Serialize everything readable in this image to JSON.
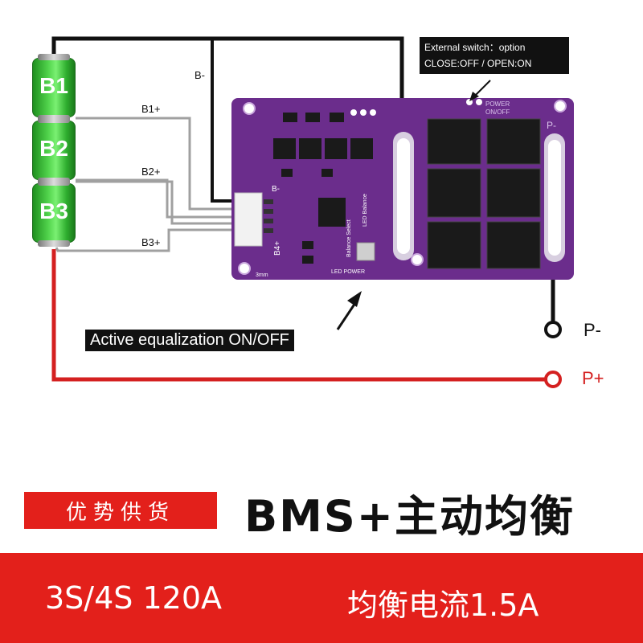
{
  "cells": [
    {
      "label": "B1"
    },
    {
      "label": "B2"
    },
    {
      "label": "B3"
    }
  ],
  "wire_labels": {
    "b_minus": "B-",
    "b1_plus": "B1+",
    "b2_plus": "B2+",
    "b3_plus": "B3+"
  },
  "external_switch": {
    "line1": "External switch：option",
    "line2": "CLOSE:OFF /  OPEN:ON"
  },
  "active_equalization": "Active equalization ON/OFF",
  "terminals": {
    "p_minus": "P-",
    "p_plus": "P+"
  },
  "board_silkscreen": {
    "power": "POWER",
    "on_off": "ON/OFF",
    "p_minus": "P-",
    "led_balance": "LED Balance",
    "balance_select": "Balance Select",
    "led_power": "LED POWER",
    "size": "3mm",
    "connector": "B-",
    "b4": "B4+"
  },
  "banner": {
    "tag": "优势供货",
    "title": "BMS+主动均衡"
  },
  "specs": {
    "model": "3S/4S 120A",
    "balance_current": "均衡电流1.5A"
  },
  "colors": {
    "board": "#6b2d8c",
    "wire_negative": "#111111",
    "wire_positive": "#d42020",
    "wire_balance": "#a0a0a0",
    "banner_red": "#e3201b",
    "cell_green": "#3cc13c"
  }
}
